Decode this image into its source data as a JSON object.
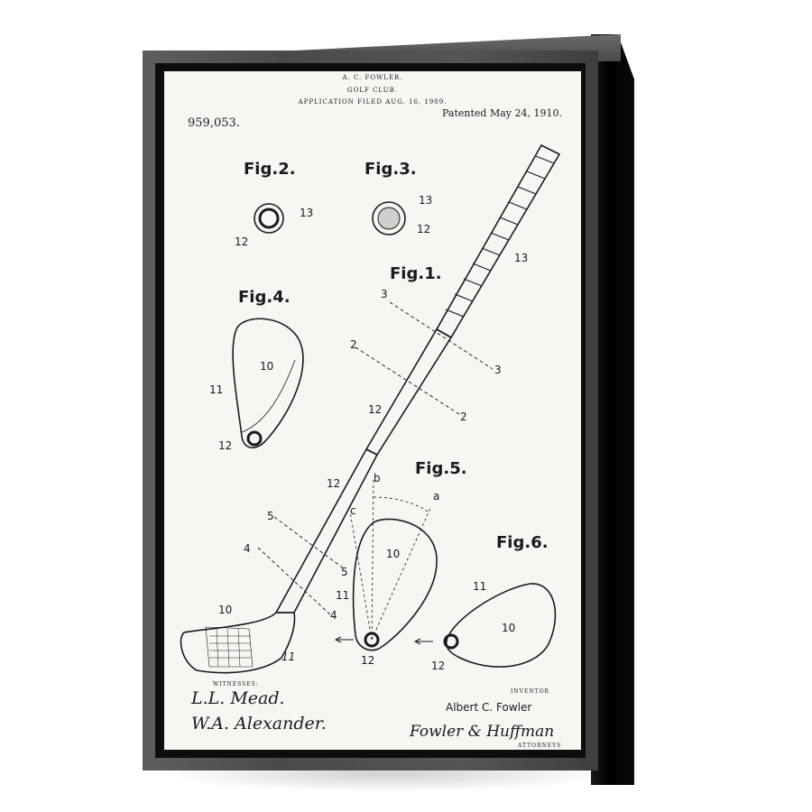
{
  "patent": {
    "inventor_header": "A. C. FOWLER.",
    "title": "GOLF CLUB.",
    "filed": "APPLICATION FILED AUG. 16, 1909.",
    "number": "959,053.",
    "date": "Patented May 24, 1910."
  },
  "figures": {
    "fig1": "Fig.1.",
    "fig2": "Fig.2.",
    "fig3": "Fig.3.",
    "fig4": "Fig.4.",
    "fig5": "Fig.5.",
    "fig6": "Fig.6."
  },
  "labels": {
    "n2": "2",
    "n3": "3",
    "n4": "4",
    "n5": "5",
    "n10": "10",
    "n11": "11",
    "n12": "12",
    "n13": "13",
    "a": "a",
    "b": "b",
    "c": "c"
  },
  "footer": {
    "witnesses_label": "WITNESSES:",
    "witness1": "L.L. Mead.",
    "witness2": "W.A. Alexander.",
    "inventor_label": "INVENTOR",
    "inventor_name": "Albert C. Fowler",
    "attorney_sig": "Fowler & Huffman",
    "attorney_label": "ATTORNEYS"
  }
}
